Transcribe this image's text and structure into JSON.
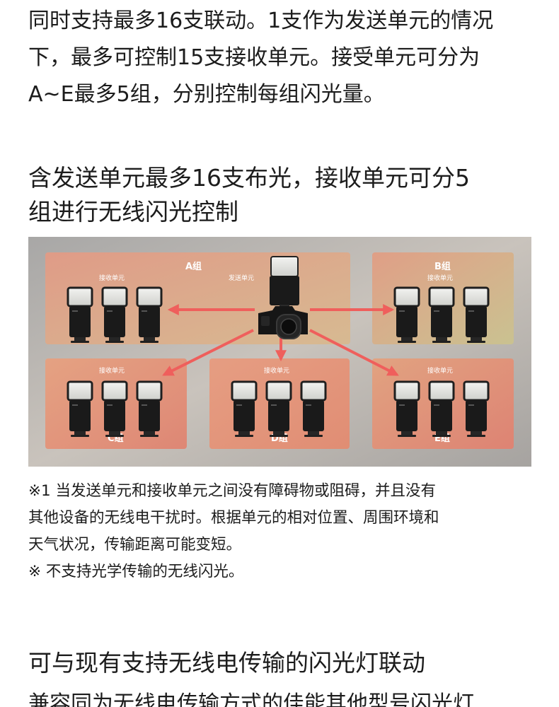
{
  "intro": {
    "lines": [
      "同时支持最多16支联动。1支作为发送单元的情况",
      "下，最多可控制15支接收单元。接受单元可分为",
      "A~E最多5组，分别控制每组闪光量。"
    ]
  },
  "section1": {
    "title_lines": [
      "含发送单元最多16支布光，接收单元可分5",
      "组进行无线闪光控制"
    ]
  },
  "diagram": {
    "transmitter_label": "发送单元",
    "receiver_label": "接收单元",
    "groups": [
      {
        "id": "A",
        "label": "A组"
      },
      {
        "id": "B",
        "label": "B组"
      },
      {
        "id": "C",
        "label": "C组"
      },
      {
        "id": "D",
        "label": "D组"
      },
      {
        "id": "E",
        "label": "E组"
      }
    ],
    "colors": {
      "background": "#b4b1ad",
      "arrow": "#ef5f5c",
      "flash_body": "#1a1a1a"
    }
  },
  "notes": {
    "lines": [
      "※1 当发送单元和接收单元之间没有障碍物或阻碍，并且没有",
      "其他设备的无线电干扰时。根据单元的相对位置、周围环境和",
      "天气状况，传输距离可能变短。",
      "※ 不支持光学传输的无线闪光。"
    ]
  },
  "section2": {
    "title": "可与现有支持无线电传输的闪光灯联动",
    "cut_line": "兼容同为无线电传输方式的佳能其他型号闪光灯"
  }
}
